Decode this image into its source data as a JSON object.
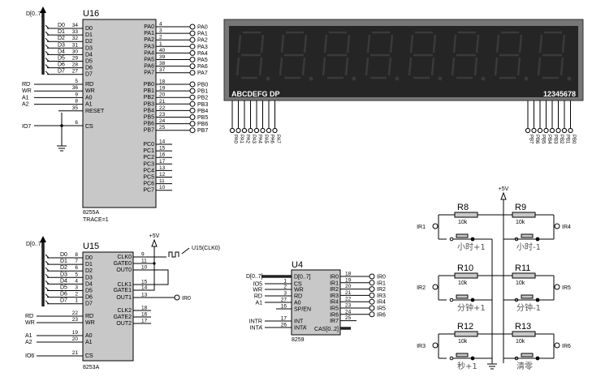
{
  "u16": {
    "ref": "U16",
    "part": "8255A",
    "trace": "TRACE=1",
    "bus_label": "D[0..7]",
    "left_pins": [
      {
        "net": "D0",
        "num": "34",
        "name": "D0"
      },
      {
        "net": "D1",
        "num": "33",
        "name": "D1"
      },
      {
        "net": "D2",
        "num": "32",
        "name": "D2"
      },
      {
        "net": "D3",
        "num": "31",
        "name": "D3"
      },
      {
        "net": "D4",
        "num": "30",
        "name": "D4"
      },
      {
        "net": "D5",
        "num": "29",
        "name": "D5"
      },
      {
        "net": "D6",
        "num": "28",
        "name": "D6"
      },
      {
        "net": "D7",
        "num": "27",
        "name": "D7"
      }
    ],
    "ctrl_pins": [
      {
        "net": "RD",
        "num": "5",
        "name": "RD"
      },
      {
        "net": "WR",
        "num": "36",
        "name": "WR"
      },
      {
        "net": "A1",
        "num": "9",
        "name": "A0"
      },
      {
        "net": "A2",
        "num": "8",
        "name": "A1"
      },
      {
        "net": "",
        "num": "35",
        "name": "RESET"
      }
    ],
    "cs_pin": {
      "net": "IO7",
      "num": "6",
      "name": "CS"
    },
    "pa_pins": [
      {
        "num": "4",
        "name": "PA0",
        "net": "PA0"
      },
      {
        "num": "3",
        "name": "PA1",
        "net": "PA1"
      },
      {
        "num": "2",
        "name": "PA2",
        "net": "PA2"
      },
      {
        "num": "1",
        "name": "PA3",
        "net": "PA3"
      },
      {
        "num": "40",
        "name": "PA4",
        "net": "PA4"
      },
      {
        "num": "39",
        "name": "PA5",
        "net": "PA5"
      },
      {
        "num": "38",
        "name": "PA6",
        "net": "PA6"
      },
      {
        "num": "37",
        "name": "PA7",
        "net": "PA7"
      }
    ],
    "pb_pins": [
      {
        "num": "18",
        "name": "PB0",
        "net": "PB0"
      },
      {
        "num": "19",
        "name": "PB1",
        "net": "PB1"
      },
      {
        "num": "20",
        "name": "PB2",
        "net": "PB2"
      },
      {
        "num": "21",
        "name": "PB3",
        "net": "PB3"
      },
      {
        "num": "22",
        "name": "PB4",
        "net": "PB4"
      },
      {
        "num": "23",
        "name": "PB5",
        "net": "PB5"
      },
      {
        "num": "24",
        "name": "PB6",
        "net": "PB6"
      },
      {
        "num": "25",
        "name": "PB7",
        "net": "PB7"
      }
    ],
    "pc_pins": [
      {
        "num": "14",
        "name": "PC0"
      },
      {
        "num": "15",
        "name": "PC1"
      },
      {
        "num": "16",
        "name": "PC2"
      },
      {
        "num": "17",
        "name": "PC3"
      },
      {
        "num": "13",
        "name": "PC4"
      },
      {
        "num": "12",
        "name": "PC5"
      },
      {
        "num": "11",
        "name": "PC6"
      },
      {
        "num": "10",
        "name": "PC7"
      }
    ]
  },
  "display": {
    "left_label": "ABCDEFG DP",
    "right_label": "12345678",
    "digits": 8,
    "seg_pins": [
      "PA0",
      "PA1",
      "PA2",
      "PA3",
      "PA4",
      "PA5",
      "PA6",
      "PA7"
    ],
    "dig_pins": [
      "PB7",
      "PB6",
      "PB5",
      "PB4",
      "PB3",
      "PB2",
      "PB1",
      "PB0"
    ]
  },
  "u15": {
    "ref": "U15",
    "part": "8253A",
    "bus_label": "D[0..7]",
    "left_pins": [
      {
        "net": "D0",
        "num": "8",
        "name": "D0"
      },
      {
        "net": "D1",
        "num": "7",
        "name": "D1"
      },
      {
        "net": "D2",
        "num": "6",
        "name": "D2"
      },
      {
        "net": "D3",
        "num": "5",
        "name": "D3"
      },
      {
        "net": "D4",
        "num": "4",
        "name": "D4"
      },
      {
        "net": "D5",
        "num": "3",
        "name": "D5"
      },
      {
        "net": "D6",
        "num": "2",
        "name": "D6"
      },
      {
        "net": "D7",
        "num": "1",
        "name": "D7"
      }
    ],
    "ctrl_pins": [
      {
        "net": "RD",
        "num": "22",
        "name": "RD"
      },
      {
        "net": "WR",
        "num": "23",
        "name": "WR"
      },
      {
        "net": "A1",
        "num": "19",
        "name": "A0"
      },
      {
        "net": "A2",
        "num": "20",
        "name": "A1"
      },
      {
        "net": "IO6",
        "num": "21",
        "name": "CS"
      }
    ],
    "right_pins": [
      {
        "num": "9",
        "name": "CLK0"
      },
      {
        "num": "11",
        "name": "GATE0"
      },
      {
        "num": "10",
        "name": "OUT0"
      },
      {
        "num": "15",
        "name": "CLK1"
      },
      {
        "num": "14",
        "name": "GATE1"
      },
      {
        "num": "13",
        "name": "OUT1"
      },
      {
        "num": "18",
        "name": "CLK2"
      },
      {
        "num": "16",
        "name": "GATE2"
      },
      {
        "num": "17",
        "name": "OUT2"
      }
    ],
    "vcc": "+5V",
    "clk_label": "U15(CLK0)",
    "out1_net": "IR0"
  },
  "u4": {
    "ref": "U4",
    "part": "8259",
    "left_pins": [
      {
        "net": "D[0..7]",
        "num": "",
        "name": "D[0..7]"
      },
      {
        "net": "IO5",
        "num": "1",
        "name": "CS"
      },
      {
        "net": "WR",
        "num": "2",
        "name": "WR"
      },
      {
        "net": "RD",
        "num": "3",
        "name": "RD"
      },
      {
        "net": "A1",
        "num": "27",
        "name": "A0"
      },
      {
        "net": "",
        "num": "16",
        "name": "SP/EN"
      },
      {
        "net": "INTR",
        "num": "17",
        "name": "INT"
      },
      {
        "net": "INTA",
        "num": "26",
        "name": "INTA"
      }
    ],
    "right_pins": [
      {
        "num": "18",
        "name": "IR0",
        "net": "IR0"
      },
      {
        "num": "19",
        "name": "IR1",
        "net": "IR1"
      },
      {
        "num": "20",
        "name": "IR2",
        "net": "IR2"
      },
      {
        "num": "21",
        "name": "IR3",
        "net": "IR3"
      },
      {
        "num": "22",
        "name": "IR4",
        "net": "IR4"
      },
      {
        "num": "23",
        "name": "IR5",
        "net": "IR5"
      },
      {
        "num": "24",
        "name": "IR6",
        "net": "IR6"
      },
      {
        "num": "25",
        "name": "IR7",
        "net": ""
      }
    ],
    "cas": "CAS[0..2]"
  },
  "keys": {
    "vcc": "+5V",
    "rows": [
      {
        "left": {
          "ref": "R8",
          "val": "10k",
          "net": "IR1",
          "label": "小时+1"
        },
        "right": {
          "ref": "R9",
          "val": "10k",
          "net": "IR4",
          "label": "小时-1"
        }
      },
      {
        "left": {
          "ref": "R10",
          "val": "10k",
          "net": "IR2",
          "label": "分钟+1"
        },
        "right": {
          "ref": "R11",
          "val": "10k",
          "net": "IR5",
          "label": "分钟-1"
        }
      },
      {
        "left": {
          "ref": "R12",
          "val": "10k",
          "net": "IR3",
          "label": "秒+1"
        },
        "right": {
          "ref": "R13",
          "val": "10k",
          "net": "IR6",
          "label": "清零"
        }
      }
    ]
  }
}
